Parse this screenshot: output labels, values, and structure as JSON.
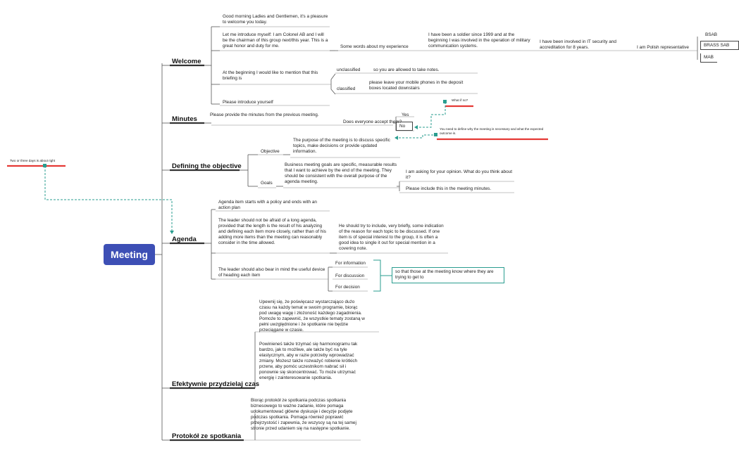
{
  "central": "Meeting",
  "left_note": "Two or three days is about right",
  "branches": {
    "welcome": "Welcome",
    "minutes": "Minutes",
    "objective": "Defining the objective",
    "agenda": "Agenda",
    "time": "Efektywnie przydzielaj czas",
    "protocol": "Protokół ze spotkania"
  },
  "welcome": {
    "greeting": "Good morning Ladies and Gentlemen, it's a pleasure to welcome you today.",
    "intro": "Let me introduce myself: I am Colonel AB and I will be the chairman of this group next/this year. This is a great honor and duty for me.",
    "about": "Some words about my experience",
    "soldier": "I have been a soldier since 1999 and at the beginning I was involved in the operation of military communication systems.",
    "it_security": "I have been involved in IT security and accreditation for 8 years.",
    "polish": "I am Polish representative",
    "reps": [
      "BSAB",
      "BRASS SAB",
      "MAB"
    ],
    "mention": "At the beginning I would like to mention that this briefing is",
    "unclassified": "unclassified",
    "unclassified_note": "so you are allowed to take notes.",
    "classified": "classified",
    "classified_note": "please leave your mobile phones in the deposit boxes located downstairs",
    "introduce": "Please introduce yourself"
  },
  "minutes": {
    "provide": "Please provide the minutes from the previous meeting.",
    "accept": "Does everyone accept them?",
    "yes": "Yes",
    "no": "No",
    "what_if": "What if no?",
    "define_note": "You need to define why the meeting is necessary and what the expected outcome is."
  },
  "objective": {
    "objective_label": "Objective",
    "objective_text": "The purpose of the meeting is to discuss specific topics, make decisions or provide updated information.",
    "goals_label": "Goals",
    "goals_text": "Business meeting goals are specific, measurable results that I want to achieve by the end of the meeting. They should be consistent with the overall purpose of the agenda meeting.",
    "opinion": "I am asking for your opinion. What do you think about it?",
    "include": "Please include this in the meeting minutes."
  },
  "agenda": {
    "item1": "Agenda item starts with a policy and ends with an action plan",
    "item2": "The leader should not be afraid of a long agenda, provided that the length is the result of his analyzing and defining each item more closely, rather than of his adding more items than the meeting can reasonably consider in the time allowed.",
    "item2_sub": "He should try to include, very briefly, some indication of the reason for each topic to be discussed. If one item is of special interest to the group, it is often a good idea to single it out for special mention in a covering note.",
    "item3": "The leader should also bear in mind the useful device of heading each item",
    "headings": [
      "For information",
      "For discussion",
      "For decision"
    ],
    "summary": "so that those at the meeting know where they are trying to get to"
  },
  "time": {
    "para1": "Upewnij się, że poświęcasz wystarczająco dużo czasu na każdy temat w swoim programie, biorąc pod uwagę wagę i złożoność każdego zagadnienia. Pomoże to zapewnić, że wszystkie tematy zostaną w pełni uwzględnione i że spotkanie nie będzie przeciągane w czasie.",
    "para2": "Powinieneś także trzymać się harmonogramu tak bardzo, jak to możliwe, ale także być na tyle elastycznym, aby w razie potrzeby wprowadzać zmiany. Możesz także rozważyć robienie krótkich przerw, aby pomóc uczestnikom nabrać sił i ponownie się skoncentrować. To może utrzymać energię i zainteresowanie spotkania."
  },
  "protocol": {
    "text": "Biorąc protokół ze spotkania podczas spotkania biznesowego to ważne zadanie, które pomaga udokumentować główne dyskusje i decyzje podjęte podczas spotkania. Pomaga również poprawić przejrzystość i zapewnia, że wszyscy są na tej samej stronie przed udaniem się na następne spotkanie."
  },
  "colors": {
    "central": "#3D4FB5",
    "accent_red": "#E53935",
    "connector_teal": "#2a9d8f"
  }
}
